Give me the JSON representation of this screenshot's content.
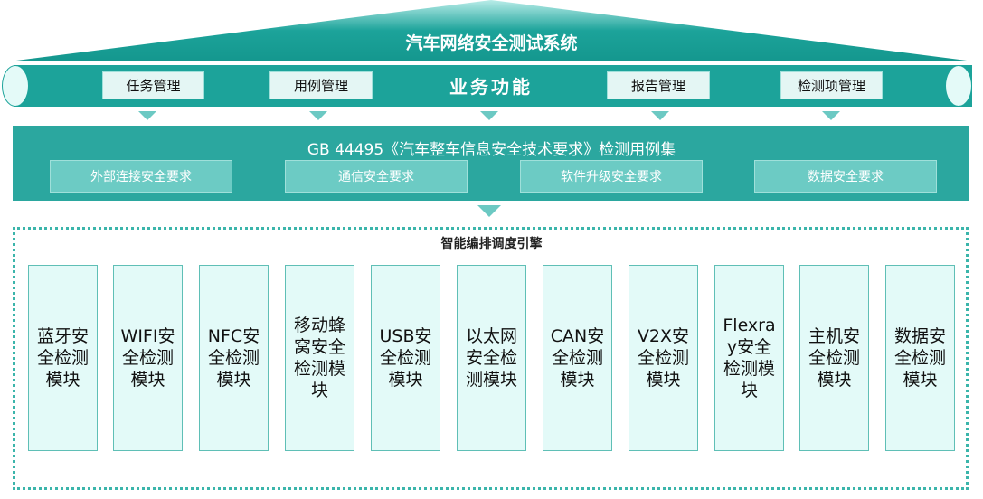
{
  "system_title": "汽车网络安全测试系统",
  "business": {
    "label": "业务功能",
    "items": [
      "任务管理",
      "用例管理",
      "报告管理",
      "检测项管理"
    ]
  },
  "standard": {
    "title": "GB 44495《汽车整车信息安全技术要求》检测用例集",
    "items": [
      "外部连接安全要求",
      "通信安全要求",
      "软件升级安全要求",
      "数据安全要求"
    ]
  },
  "engine": {
    "title": "智能编排调度引擎",
    "modules": [
      "蓝牙安全检测模块",
      "WIFI安全检测模块",
      "NFC安全检测模块",
      "移动蜂窝安全检测模块",
      "USB安全检测模块",
      "以太网安全检测模块",
      "CAN安全检测模块",
      "V2X安全检测模块",
      "Flexray安全检测模块",
      "主机安全检测模块",
      "数据安全检测模块"
    ]
  },
  "colors": {
    "teal": "#1ca39a",
    "light": "#e3faf8",
    "mid": "#6ccbc4"
  }
}
